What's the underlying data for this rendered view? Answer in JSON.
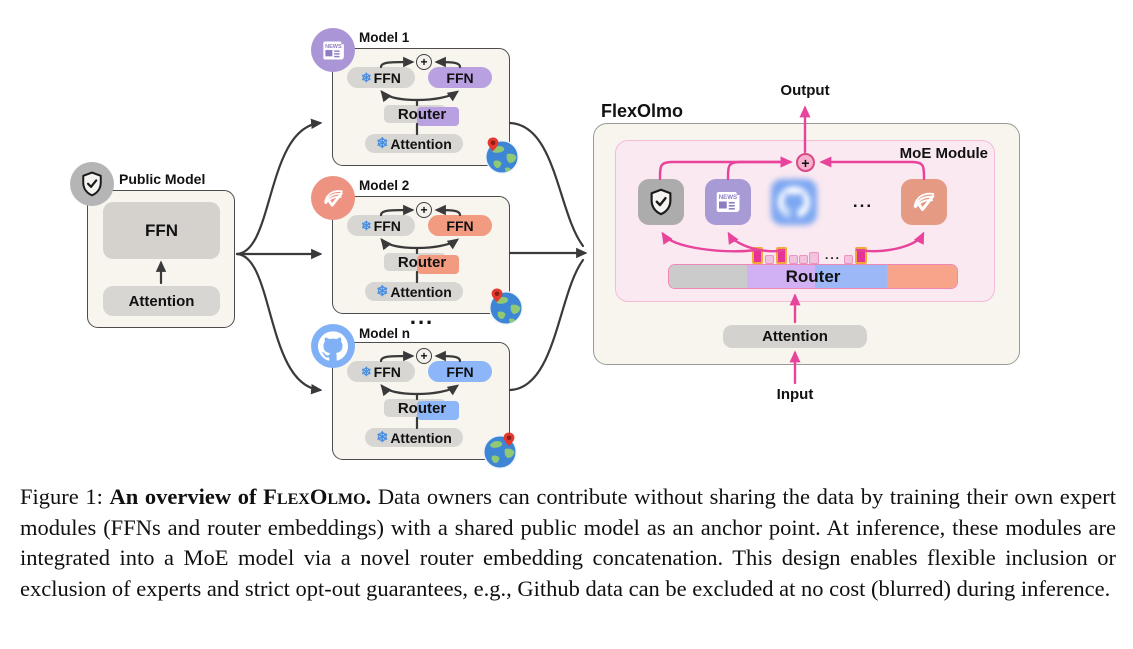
{
  "figure": {
    "snowflake": "❄",
    "plus": "+",
    "ellipsis": "...",
    "public_model": {
      "label": "Public Model",
      "ffn_label": "FFN",
      "attention_label": "Attention",
      "icon": "shield-check-icon"
    },
    "models": [
      {
        "name": "Model 1",
        "icon": "news-icon",
        "accent": "#b9a0e0",
        "frozen_ffn_label": "FFN",
        "expert_ffn_label": "FFN",
        "router_label": "Router",
        "attention_label": "Attention",
        "badge": "globe-pin-icon"
      },
      {
        "name": "Model 2",
        "icon": "pages-check-icon",
        "accent": "#f29b80",
        "frozen_ffn_label": "FFN",
        "expert_ffn_label": "FFN",
        "router_label": "Router",
        "attention_label": "Attention",
        "badge": "globe-pin-icon"
      },
      {
        "name": "Model n",
        "icon": "github-icon",
        "accent": "#8cb6f7",
        "frozen_ffn_label": "FFN",
        "expert_ffn_label": "FFN",
        "router_label": "Router",
        "attention_label": "Attention",
        "badge": "globe-pin-icon"
      }
    ],
    "flexolmo": {
      "title": "FlexOlmo",
      "output_label": "Output",
      "input_label": "Input",
      "moe_label": "MoE Module",
      "router_label": "Router",
      "attention_label": "Attention",
      "experts": [
        "shield-check-icon",
        "news-icon",
        "github-icon (blurred / excluded)",
        "pages-check-icon"
      ]
    },
    "colors": {
      "purple_accent": "#b9a0e0",
      "salmon_accent": "#f29b80",
      "blue_accent": "#8cb6f7",
      "pink_arrow": "#e8449b",
      "dark_arrow": "#3a3a3a",
      "moe_background": "#fbe9f1",
      "cream_background": "#f8f4ee",
      "bar_highlight": "#e63397",
      "bar_highlight_border": "#f2a93b",
      "bar_pink": "#f3c3de",
      "snowflake_blue": "#4b8fe0"
    }
  },
  "caption": {
    "figure_label": "Figure 1:",
    "bold_intro": "An overview of",
    "brand": "FlexOlmo",
    "brand_period": ".",
    "body": "Data owners can contribute without sharing the data by training their own expert modules (FFNs and router embeddings) with a shared public model as an anchor point. At inference, these modules are integrated into a MoE model via a novel router embedding concatenation. This design enables flexible inclusion or exclusion of experts and strict opt-out guarantees, e.g., Github data can be excluded at no cost (blurred) during inference."
  }
}
